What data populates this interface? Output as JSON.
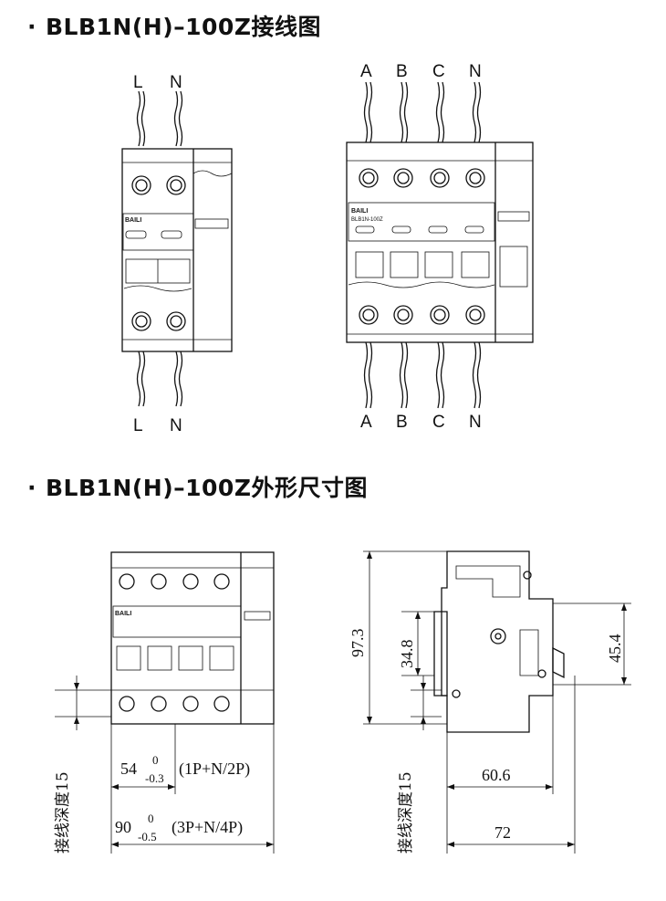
{
  "titles": {
    "wiring": "BLB1N(H)–100Z接线图",
    "dimensions": "BLB1N(H)–100Z外形尺寸图"
  },
  "wiring_2p": {
    "top_labels": [
      "L",
      "N"
    ],
    "bottom_labels": [
      "L",
      "N"
    ]
  },
  "wiring_4p": {
    "top_labels": [
      "A",
      "B",
      "C",
      "N"
    ],
    "bottom_labels": [
      "A",
      "B",
      "C",
      "N"
    ]
  },
  "front_view": {
    "brand": "BAILI",
    "model": "BLB1N-100Z",
    "width_2p": {
      "nominal": "54",
      "upper": "0",
      "lower": "-0.3",
      "note": "(1P+N/2P)"
    },
    "width_4p": {
      "nominal": "90",
      "upper": "0",
      "lower": "-0.5",
      "note": "(3P+N/4P)"
    },
    "depth_label": "接线深度15"
  },
  "side_view": {
    "height_total": "97.3",
    "height_rail": "34.8",
    "height_front": "45.4",
    "depth_body": "60.6",
    "depth_total": "72",
    "depth_label": "接线深度15"
  },
  "colors": {
    "line": "#111111",
    "background": "#ffffff"
  }
}
